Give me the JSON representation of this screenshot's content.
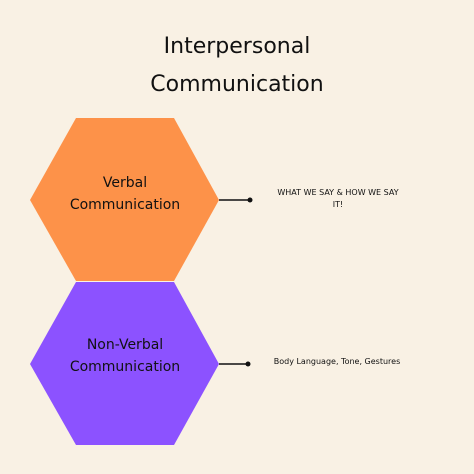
{
  "title": {
    "line1": "Interpersonal",
    "line2": "Communication"
  },
  "nodes": [
    {
      "label_line1": "Verbal",
      "label_line2": "Communication",
      "color": "#fd9249",
      "note_line1": "WHAT WE SAY & HOW WE SAY",
      "note_line2": "IT!"
    },
    {
      "label_line1": "Non-Verbal",
      "label_line2": "Communication",
      "color": "#8c52ff",
      "note_line1": "Body Language, Tone, Gestures",
      "note_line2": ""
    }
  ],
  "colors": {
    "background": "#f9f1e4",
    "connector": "#111111"
  }
}
